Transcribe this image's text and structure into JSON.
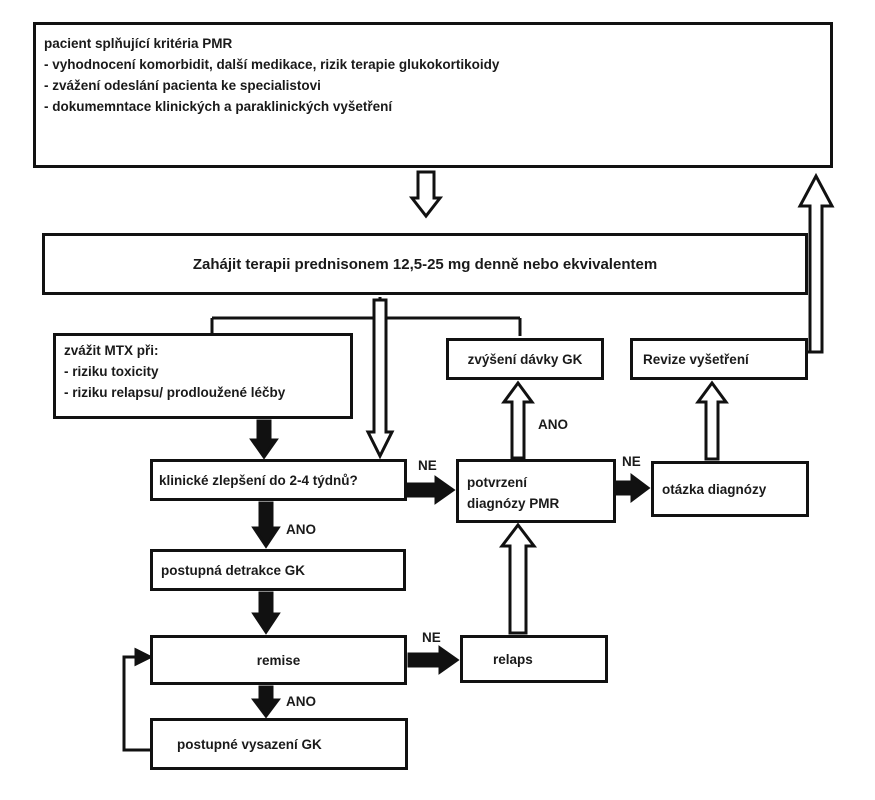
{
  "top_box": {
    "lines": [
      "pacient splňující kritéria PMR",
      "- vyhodnocení komorbidit, další medikace, rizik terapie glukokortikoidy",
      "- zvážení odeslání pacienta ke specialistovi",
      "- dokumemntace klinických a paraklinických vyšetření"
    ]
  },
  "start_box": {
    "text": "Zahájit terapii prednisonem 12,5-25 mg denně nebo ekvivalentem"
  },
  "mtx_box": {
    "lines": [
      "zvážit MTX při:",
      "- riziku toxicity",
      "- riziku relapsu/ prodloužené léčby"
    ]
  },
  "dose_box": {
    "text": "zvýšení dávky GK"
  },
  "review_box": {
    "text": "Revize vyšetření"
  },
  "clinical_box": {
    "text": "klinické zlepšení do 2-4 týdnů?"
  },
  "confirm_box": {
    "lines": [
      "potvrzení",
      "diagnózy PMR"
    ]
  },
  "question_box": {
    "text": "otázka diagnózy"
  },
  "taper_box": {
    "text": "postupná detrakce GK"
  },
  "remise_box": {
    "text": "remise"
  },
  "relaps_box": {
    "text": "relaps"
  },
  "withdraw_box": {
    "text": "postupné vysazení GK"
  },
  "labels": {
    "ne_clinical": "NE",
    "ano_clinical": "ANO",
    "ano_confirm": "ANO",
    "ne_confirm": "NE",
    "ne_remise": "NE",
    "ano_remise": "ANO"
  }
}
